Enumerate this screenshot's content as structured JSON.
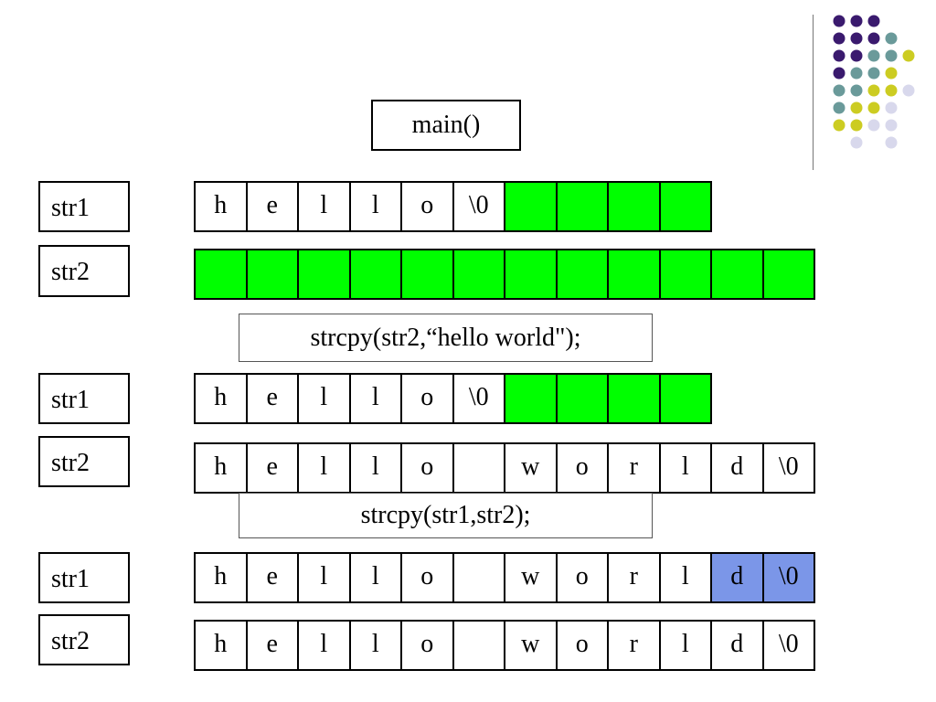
{
  "title": "main()",
  "colors": {
    "empty_cell": "#00ff00",
    "highlight_cell": "#7b96e8",
    "dots": [
      "#3a1a6e",
      "#6a9a9a",
      "#cccc22",
      "#d8d8ec"
    ]
  },
  "operations": [
    "strcpy(str2,“hello world\");",
    "strcpy(str1,str2);"
  ],
  "rows": [
    {
      "label": "str1",
      "cells": [
        {
          "v": "h"
        },
        {
          "v": "e"
        },
        {
          "v": "l"
        },
        {
          "v": "l"
        },
        {
          "v": "o"
        },
        {
          "v": "\\0"
        },
        {
          "v": "",
          "c": "green"
        },
        {
          "v": "",
          "c": "green"
        },
        {
          "v": "",
          "c": "green"
        },
        {
          "v": "",
          "c": "green"
        }
      ]
    },
    {
      "label": "str2",
      "cells": [
        {
          "v": "",
          "c": "green"
        },
        {
          "v": "",
          "c": "green"
        },
        {
          "v": "",
          "c": "green"
        },
        {
          "v": "",
          "c": "green"
        },
        {
          "v": "",
          "c": "green"
        },
        {
          "v": "",
          "c": "green"
        },
        {
          "v": "",
          "c": "green"
        },
        {
          "v": "",
          "c": "green"
        },
        {
          "v": "",
          "c": "green"
        },
        {
          "v": "",
          "c": "green"
        },
        {
          "v": "",
          "c": "green"
        },
        {
          "v": "",
          "c": "green"
        }
      ]
    },
    {
      "label": "str1",
      "cells": [
        {
          "v": "h"
        },
        {
          "v": "e"
        },
        {
          "v": "l"
        },
        {
          "v": "l"
        },
        {
          "v": "o"
        },
        {
          "v": "\\0"
        },
        {
          "v": "",
          "c": "green"
        },
        {
          "v": "",
          "c": "green"
        },
        {
          "v": "",
          "c": "green"
        },
        {
          "v": "",
          "c": "green"
        }
      ]
    },
    {
      "label": "str2",
      "cells": [
        {
          "v": "h"
        },
        {
          "v": "e"
        },
        {
          "v": "l"
        },
        {
          "v": "l"
        },
        {
          "v": "o"
        },
        {
          "v": ""
        },
        {
          "v": "w"
        },
        {
          "v": "o"
        },
        {
          "v": "r"
        },
        {
          "v": "l"
        },
        {
          "v": "d"
        },
        {
          "v": "\\0"
        }
      ]
    },
    {
      "label": "str1",
      "cells": [
        {
          "v": "h"
        },
        {
          "v": "e"
        },
        {
          "v": "l"
        },
        {
          "v": "l"
        },
        {
          "v": "o"
        },
        {
          "v": ""
        },
        {
          "v": "w"
        },
        {
          "v": "o"
        },
        {
          "v": "r"
        },
        {
          "v": "l"
        },
        {
          "v": "d",
          "c": "blue"
        },
        {
          "v": "\\0",
          "c": "blue"
        }
      ]
    },
    {
      "label": "str2",
      "cells": [
        {
          "v": "h"
        },
        {
          "v": "e"
        },
        {
          "v": "l"
        },
        {
          "v": "l"
        },
        {
          "v": "o"
        },
        {
          "v": ""
        },
        {
          "v": "w"
        },
        {
          "v": "o"
        },
        {
          "v": "r"
        },
        {
          "v": "l"
        },
        {
          "v": "d"
        },
        {
          "v": "\\0"
        }
      ]
    }
  ]
}
